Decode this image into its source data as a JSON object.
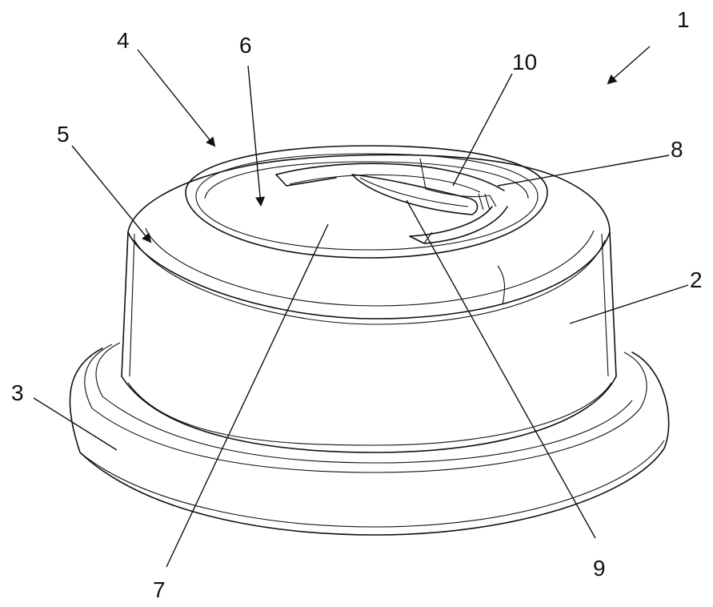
{
  "figure": {
    "labels": {
      "l1": "1",
      "l2": "2",
      "l3": "3",
      "l4": "4",
      "l5": "5",
      "l6": "6",
      "l7": "7",
      "l8": "8",
      "l9": "9",
      "l10": "10"
    }
  }
}
